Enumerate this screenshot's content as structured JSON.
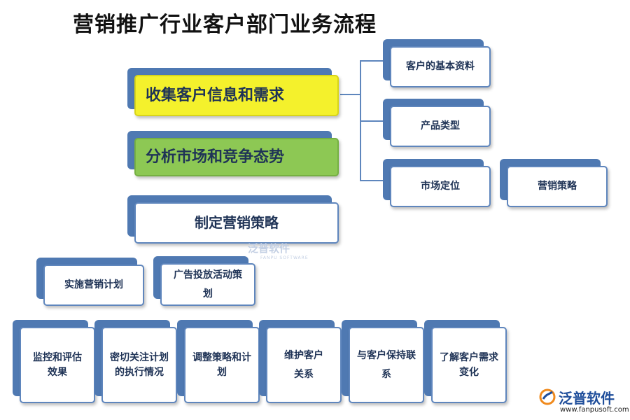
{
  "title": "营销推广行业客户部门业务流程",
  "main_steps": {
    "collect": "收集客户信息和需求",
    "analyze": "分析市场和竞争态势",
    "plan": "制定营销策略"
  },
  "side_items": {
    "basic_info": "客户的基本资料",
    "product_type": "产品类型",
    "market_position": "市场定位",
    "marketing_strategy": "营销策略"
  },
  "implementation": {
    "execute": "实施营销计划",
    "ads": "广告投放活动策划"
  },
  "bottom_items": [
    "监控和评估效果",
    "密切关注计划的执行情况",
    "调整策略和计划",
    "维护客户关系",
    "与客户保持联系",
    "了解客户需求变化"
  ],
  "watermark": {
    "center_text": "泛普软件",
    "center_sub": "FANPU SOFTWARE",
    "brand": "泛普软件",
    "url": "www.fanpusoft.com"
  },
  "colors": {
    "accent_blue": "#4f79b2",
    "yellow": "#f4f12c",
    "green": "#8dc854"
  }
}
